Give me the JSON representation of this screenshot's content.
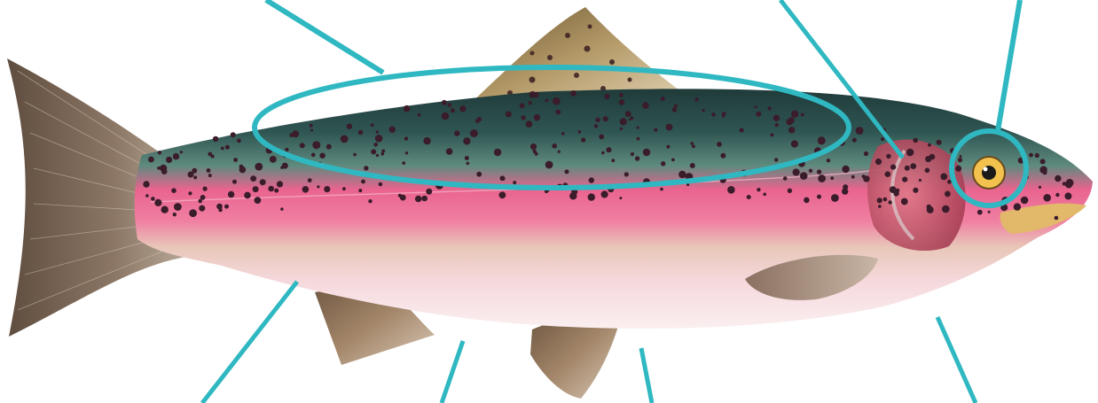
{
  "diagram": {
    "subject": "rainbow-trout",
    "colors": {
      "leader_line": "#2fb8c1",
      "back": "#2e4a48",
      "pink_stripe": "#e9648f",
      "belly": "#f6dcde",
      "cheek": "#c94c63",
      "fin": "#8a6d4f",
      "spot": "#3a1c2b",
      "eye": "#f2c14e"
    },
    "callouts": [
      {
        "target": "dorsal-back-region",
        "shape": "ellipse"
      },
      {
        "target": "gill-cover",
        "shape": "line"
      },
      {
        "target": "eye",
        "shape": "circle"
      },
      {
        "target": "tail-peduncle",
        "shape": "line"
      },
      {
        "target": "anal-fin",
        "shape": "line"
      },
      {
        "target": "pelvic-fin",
        "shape": "line"
      },
      {
        "target": "belly-front",
        "shape": "line"
      }
    ]
  }
}
